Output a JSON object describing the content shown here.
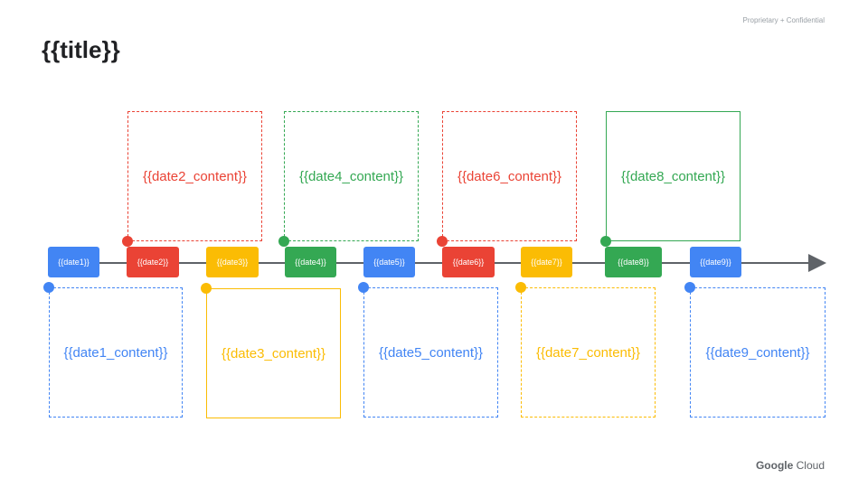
{
  "header": {
    "title": "{{title}}",
    "confidentiality": "Proprietary + Confidential"
  },
  "footer": {
    "brand": "Google",
    "product": "Cloud"
  },
  "colors": {
    "blue": "#4285f4",
    "red": "#ea4335",
    "yellow": "#fbbc04",
    "green": "#34a853",
    "line": "#5f6368"
  },
  "timeline": [
    {
      "date": "{{date1}}",
      "content": "{{date1_content}}",
      "color": "blue"
    },
    {
      "date": "{{date2}}",
      "content": "{{date2_content}}",
      "color": "red"
    },
    {
      "date": "{{date3}}",
      "content": "{{date3_content}}",
      "color": "yellow"
    },
    {
      "date": "{{date4}}",
      "content": "{{date4_content}}",
      "color": "green"
    },
    {
      "date": "{{date5}}",
      "content": "{{date5_content}}",
      "color": "blue"
    },
    {
      "date": "{{date6}}",
      "content": "{{date6_content}}",
      "color": "red"
    },
    {
      "date": "{{date7}}",
      "content": "{{date7_content}}",
      "color": "yellow"
    },
    {
      "date": "{{date8}}",
      "content": "{{date8_content}}",
      "color": "green"
    },
    {
      "date": "{{date9}}",
      "content": "{{date9_content}}",
      "color": "blue"
    }
  ]
}
